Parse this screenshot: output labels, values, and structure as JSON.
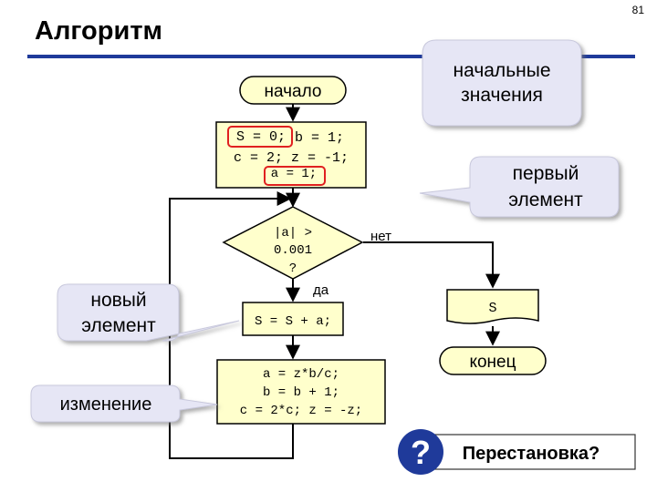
{
  "slide": {
    "title": "Алгоритм",
    "number": "81"
  },
  "flowchart": {
    "start": "начало",
    "init": {
      "s_part": "S = 0;",
      "b_part": "b = 1;",
      "line2": "c = 2; z = -1;",
      "a_part": "a = 1;"
    },
    "condition": {
      "line1": "|a| >",
      "line2": "0.001",
      "line3": "?"
    },
    "label_no": "нет",
    "label_yes": "да",
    "sum_step": "S = S + a;",
    "update": {
      "line1": "a = z*b/c;",
      "line2": "b = b + 1;",
      "line3": "c = 2*c; z = -z;"
    },
    "output": "S",
    "end": "конец"
  },
  "callouts": {
    "initial_values": {
      "line1": "начальные",
      "line2": "значения"
    },
    "first_element": {
      "line1": "первый",
      "line2": "элемент"
    },
    "new_element": {
      "line1": "новый",
      "line2": "элемент"
    },
    "change": "изменение"
  },
  "question": {
    "icon": "?",
    "text": "Перестановка?"
  },
  "colors": {
    "accent": "#1f3a9a",
    "block_fill": "#ffffcc",
    "highlight": "#e02020",
    "callout_fill": "#e6e6f5"
  }
}
